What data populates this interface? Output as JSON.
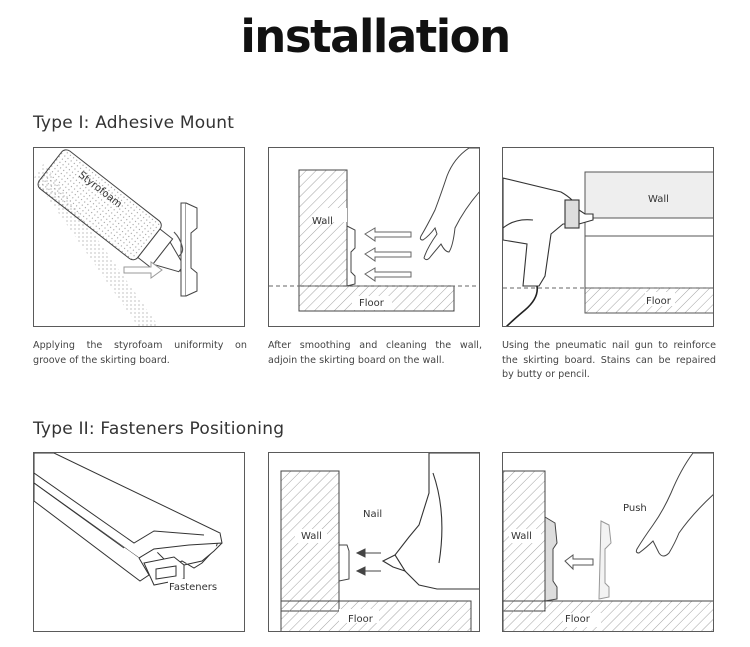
{
  "title": "installation",
  "type1": {
    "heading": "Type I: Adhesive Mount",
    "panels": [
      {
        "labels": {
          "tube": "Styrofoam"
        },
        "caption": "Applying the styrofoam uniformity on groove of the skirting board."
      },
      {
        "labels": {
          "wall": "Wall",
          "floor": "Floor"
        },
        "caption": "After smoothing and cleaning the wall, adjoin the skirting board on the wall."
      },
      {
        "labels": {
          "wall": "Wall",
          "floor": "Floor"
        },
        "caption": "Using the pneumatic nail gun to reinforce the skirting board. Stains can be repaired by butty or pencil."
      }
    ]
  },
  "type2": {
    "heading": "Type II: Fasteners Positioning",
    "panels": [
      {
        "labels": {
          "fasteners": "Fasteners"
        }
      },
      {
        "labels": {
          "wall": "Wall",
          "nail": "Nail",
          "floor": "Floor"
        }
      },
      {
        "labels": {
          "wall": "Wall",
          "push": "Push",
          "floor": "Floor"
        }
      }
    ]
  }
}
